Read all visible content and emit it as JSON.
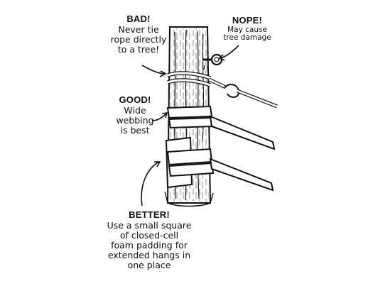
{
  "annotations": {
    "bad": {
      "title": "BAD!",
      "text": [
        "Never tie",
        "rope directly",
        "to a tree!"
      ]
    },
    "nope": {
      "title": "NOPE!",
      "text": [
        "May cause",
        "tree damage"
      ]
    },
    "good": {
      "title": "GOOD!",
      "text": [
        "Wide",
        "webbing",
        "is best"
      ]
    },
    "better": {
      "title": "BETTER!",
      "text": [
        "Use a small square",
        "of closed-cell",
        "foam padding for",
        "extended hangs in",
        "one place"
      ]
    }
  },
  "colors": {
    "ink": "#111111",
    "background": "#ffffff",
    "foam": "#ffffff"
  },
  "icons": [
    "eye-bolt-icon",
    "arrow-icon"
  ]
}
